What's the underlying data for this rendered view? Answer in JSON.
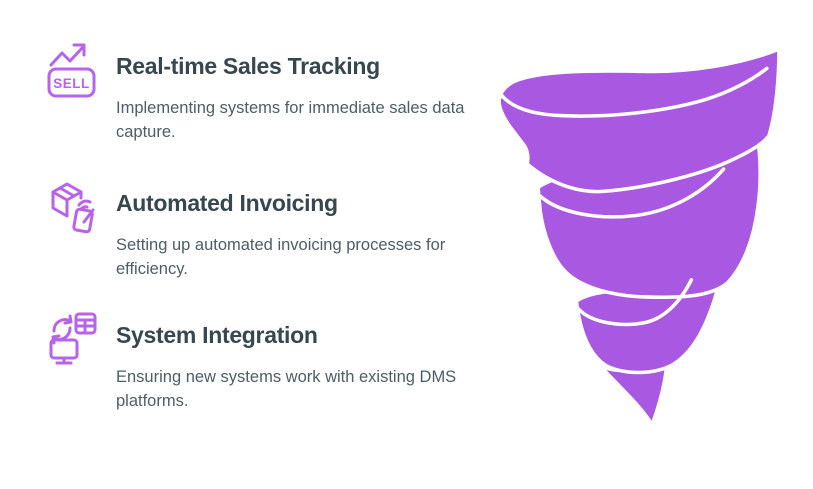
{
  "colors": {
    "background": "#ffffff",
    "funnel": "#a958e1",
    "icon": "#b763ea",
    "heading": "#37474f",
    "body": "#4e5d66"
  },
  "items": [
    {
      "icon": "sell-trend-icon",
      "icon_label": "SELL",
      "title": "Real-time Sales Tracking",
      "description": "Implementing systems for immediate sales data capture."
    },
    {
      "icon": "box-invoice-icon",
      "title": "Automated Invoicing",
      "description": "Setting up automated invoicing processes for efficiency."
    },
    {
      "icon": "system-sync-icon",
      "title": "System Integration",
      "description": "Ensuring new systems work with existing DMS platforms."
    }
  ],
  "graphic": {
    "type": "spiral-funnel",
    "turns": 3
  }
}
